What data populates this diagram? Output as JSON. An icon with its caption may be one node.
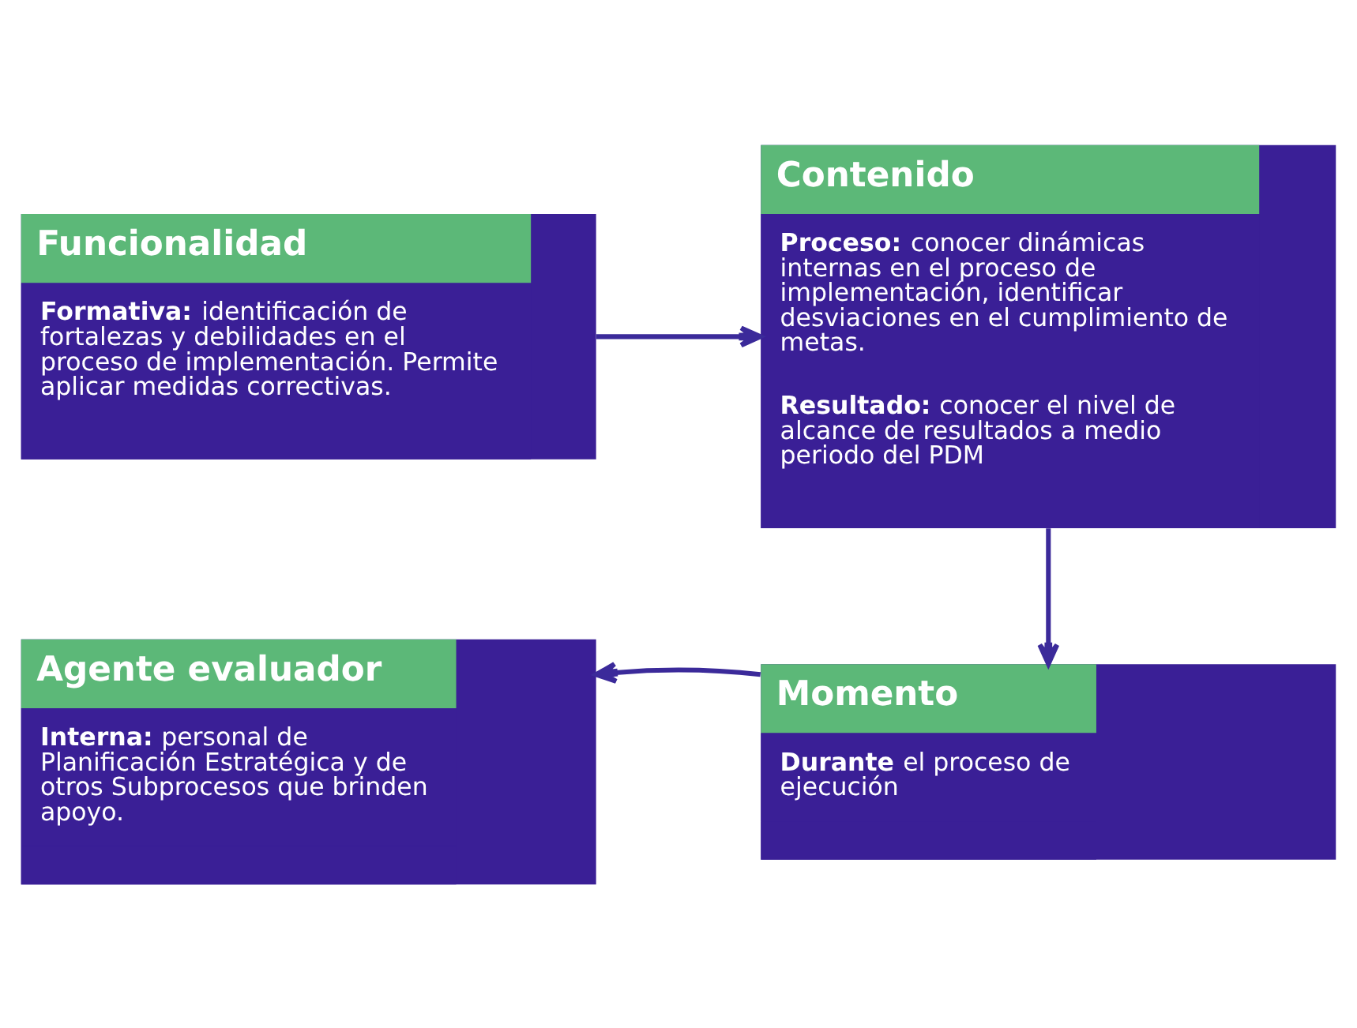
{
  "diagram": {
    "nodes": [
      {
        "text": [
          "Funcionalidad",
          "**Formativa:** identificación de fortalezas y debilidades en el proceso de implementación. Permite aplicar medidas correctivas."
        ]
      },
      {
        "text": [
          "Contenido",
          "**Proceso:** conocer dinámicas internas en el proceso de implementación, identificar desviaciones en el cumplimiento de metas.",
          "**Resultado:** conocer el nivel de alcance de resultados a medio periodo del PDM"
        ]
      },
      {
        "text": [
          "Agente evaluador",
          "**Interna:** personal de Planificación Estratégica y de otros Subprocesos que brinden apoyo."
        ]
      },
      {
        "text": [
          "Momento",
          "**Durante** el proceso de ejecución"
        ]
      }
    ],
    "edges": [
      {
        "from": 0,
        "to": 1,
        "arrow": "to"
      },
      {
        "from": 1,
        "to": 3,
        "arrow": "to"
      },
      {
        "from": 3,
        "to": 2,
        "arrow": "to"
      }
    ]
  }
}
